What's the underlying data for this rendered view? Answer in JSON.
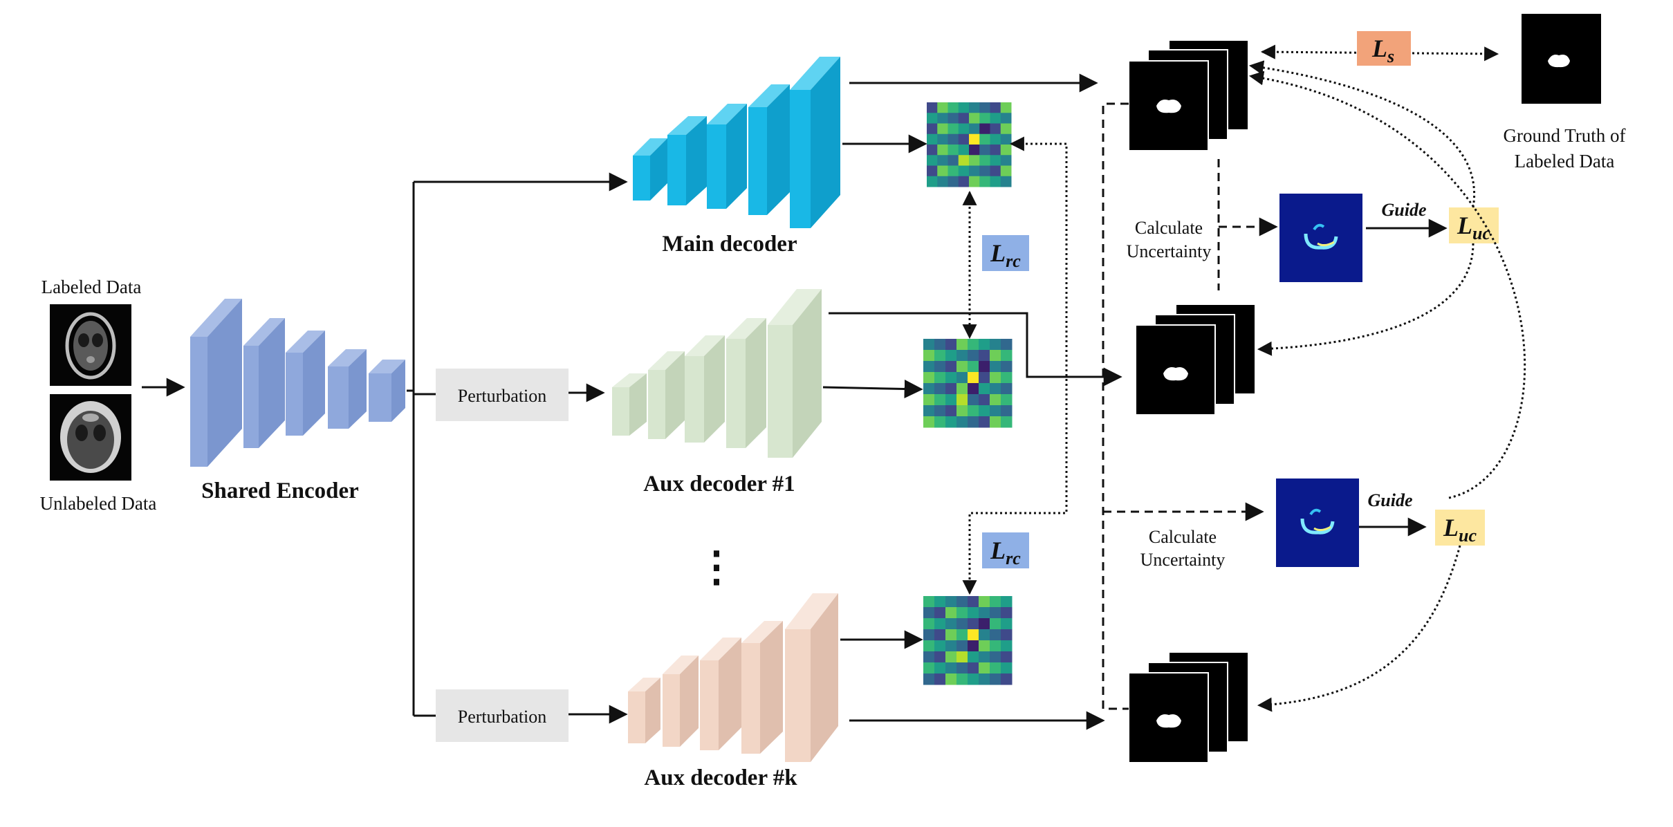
{
  "inputs": {
    "labeled_label": "Labeled Data",
    "unlabeled_label": "Unlabeled Data"
  },
  "encoder": {
    "label": "Shared Encoder"
  },
  "decoders": {
    "main": "Main decoder",
    "aux1": "Aux decoder #1",
    "auxk": "Aux decoder #k",
    "ellipsis": "⋮"
  },
  "perturbation": {
    "label": "Perturbation"
  },
  "losses": {
    "supervised": {
      "base": "L",
      "sub": "s"
    },
    "consistency": {
      "base": "L",
      "sub": "rc"
    },
    "uncertainty": {
      "base": "L",
      "sub": "uc"
    }
  },
  "uncertainty": {
    "calc_line1": "Calculate",
    "calc_line2": "Uncertainty",
    "guide": "Guide"
  },
  "ground_truth": {
    "line1": "Ground Truth of",
    "line2": "Labeled Data"
  },
  "colors": {
    "encoder": "#8fa8dc",
    "main_decoder": "#19b8e6",
    "aux1_decoder": "#d7e6cf",
    "auxk_decoder": "#f2d6c6",
    "perturbation_box": "#e6e6e6",
    "loss_s": "#f2a37a",
    "loss_rc": "#8fb0e6",
    "loss_uc": "#fde7a0",
    "uncertainty_map": "#0a1a8c"
  }
}
